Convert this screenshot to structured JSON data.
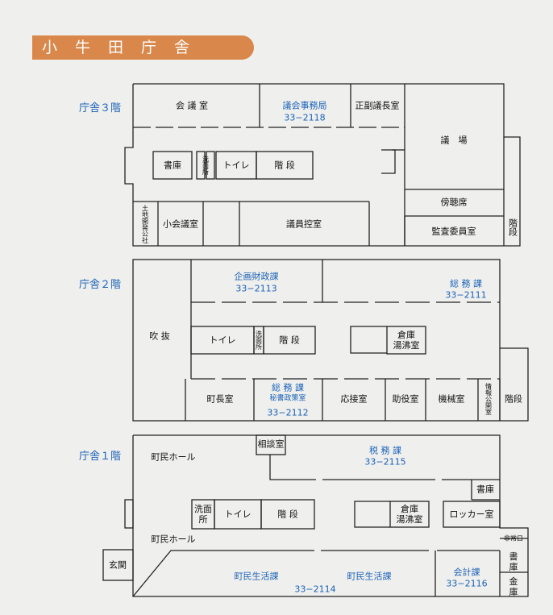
{
  "title": "小牛田庁舎",
  "floors": {
    "f3": {
      "label": "庁舎３階",
      "rooms": {
        "kaigishitsu": "会 議 室",
        "gikai_jimukyoku": "議会事務局",
        "gikai_tel": "33−2118",
        "seifuku_gichoshitsu": "正副議長室",
        "gijo": "議　場",
        "shoko": "書庫",
        "senmenjo": "洗面所",
        "toilet": "トイレ",
        "kaidan": "階 段",
        "bochoseki": "傍聴席",
        "kaidan_right": "階段",
        "tochi_kaihatsu": "土地開発公社",
        "shokaigishitsu": "小会議室",
        "giin_hikaeshitsu": "議員控室",
        "kansa_iinshitsu": "監査委員室"
      }
    },
    "f2": {
      "label": "庁舎２階",
      "rooms": {
        "kikaku_zaiseika": "企画財政課",
        "kikaku_tel": "33−2113",
        "somuka": "総 務 課",
        "somuka_tel": "33−2111",
        "fukinuke": "吹 抜",
        "toilet": "トイレ",
        "senmenjo": "洗面所",
        "kaidan": "階 段",
        "soko_yuwakashi": "倉庫\n湯沸室",
        "chochoshitsu": "町長室",
        "somuka2": "総 務 課",
        "hisho": "秘書政策室",
        "somuka2_tel": "33−2112",
        "osetsushitsu": "応接室",
        "jyoyakushitsu": "助役室",
        "kikaishitsu": "機械室",
        "joho_kokaishitsu": "情報公開室",
        "kaidan_right": "階段"
      }
    },
    "f1": {
      "label": "庁舎１階",
      "rooms": {
        "chomin_hall_top": "町民ホール",
        "sodanshitsu": "相談室",
        "zeimuka": "税 務 課",
        "zeimuka_tel": "33−2115",
        "shoko": "書庫",
        "senmenjo": "洗面所",
        "toilet": "トイレ",
        "kaidan": "階 段",
        "soko_yuwakashi": "倉庫\n湯沸室",
        "locker": "ロッカー室",
        "chomin_hall_bottom": "町民ホール",
        "hijoguchi": "非常口",
        "genkan": "玄関",
        "chomin_seikatsuka_a": "町民生活課",
        "chomin_seikatsuka_b": "町民生活課",
        "chomin_tel": "33−2114",
        "kaikeika": "会計課",
        "kaikeika_tel": "33−2116",
        "shoko2": "書庫",
        "kinko": "金庫"
      }
    }
  }
}
